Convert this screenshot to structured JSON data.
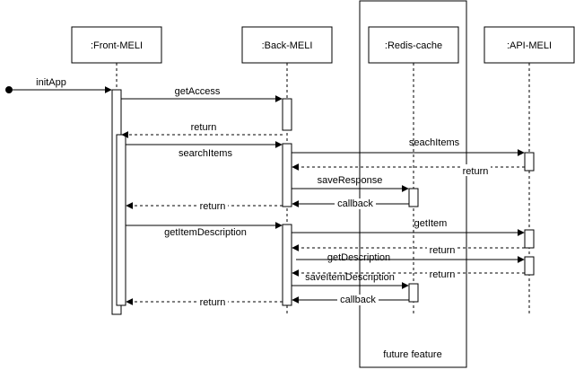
{
  "participants": {
    "front": ":Front-MELI",
    "back": ":Back-MELI",
    "redis": ":Redis-cache",
    "api": ":API-MELI"
  },
  "frame_label": "future feature",
  "messages": {
    "init_app": "initApp",
    "get_access": "getAccess",
    "return_access": "return",
    "search_items": "searchItems",
    "seach_items": "seachItems",
    "return_api_search": "return",
    "save_response": "saveResponse",
    "callback_save": "callback",
    "return_search": "return",
    "get_item_description": "getItemDescription",
    "get_item": "getItem",
    "return_item": "return",
    "get_description": "getDescription",
    "return_description": "return",
    "save_item_description": "saveItemDescription",
    "callback_save_desc": "callback",
    "return_final": "return"
  }
}
